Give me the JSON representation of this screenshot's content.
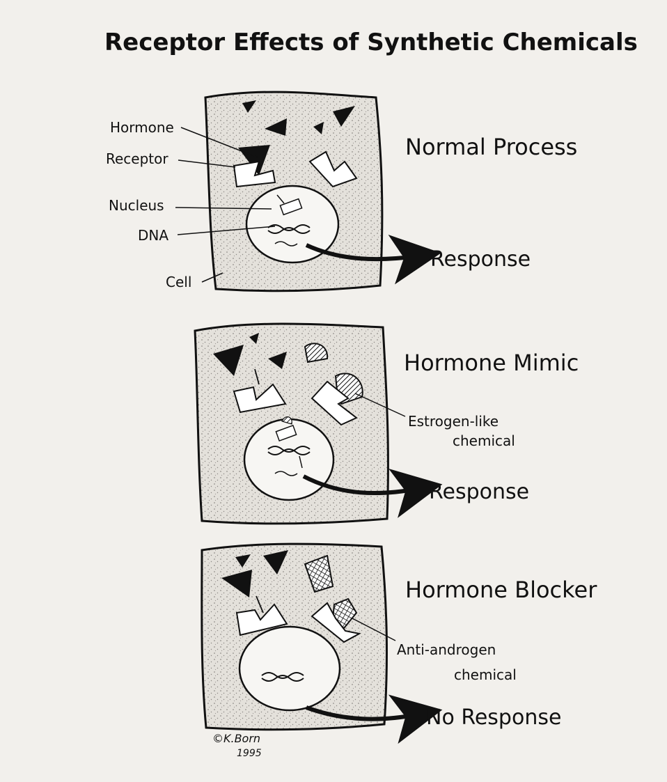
{
  "title": "Receptor Effects of Synthetic Chemicals",
  "panels": {
    "normal": {
      "heading": "Normal Process",
      "labels": {
        "hormone": "Hormone",
        "receptor": "Receptor",
        "nucleus": "Nucleus",
        "dna": "DNA",
        "cell": "Cell"
      },
      "response": "Response"
    },
    "mimic": {
      "heading": "Hormone Mimic",
      "chemical_line1": "Estrogen-like",
      "chemical_line2": "chemical",
      "response": "Response"
    },
    "blocker": {
      "heading": "Hormone Blocker",
      "chemical_line1": "Anti-androgen",
      "chemical_line2": "chemical",
      "response": "No Response"
    }
  },
  "signature": {
    "name": "©K.Born",
    "year": "1995"
  },
  "colors": {
    "paper": "#f2f0ec",
    "cell_fill": "#e3e0da",
    "nucleus_fill": "#f7f6f3",
    "ink": "#111111"
  },
  "icons": [
    "triangle-hormone",
    "receptor-notched-rectangle",
    "hatched-mimic-shape",
    "crosshatched-blocker-shape",
    "arrow"
  ]
}
